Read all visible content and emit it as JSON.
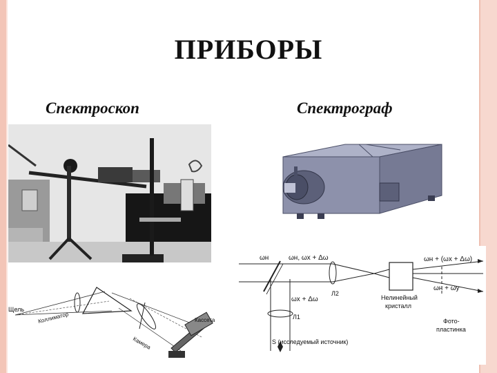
{
  "slide": {
    "title": "ПРИБОРЫ",
    "left_caption": "Спектроскоп",
    "right_caption": "Спектрограф"
  },
  "spectroscope_diagram": {
    "slit_label": "Щель",
    "collimator_label": "Коллиматор",
    "camera_label": "Камера",
    "cassette_label": "Кассета"
  },
  "optical_diagram": {
    "top_left_freq": "ωн",
    "top_mid_freqs": "ωн, ωx + Δω",
    "lower_mid_freq": "ωx + Δω",
    "lens1": "Л1",
    "lens2": "Л2",
    "source": "S (исследуемый источник)",
    "crystal_line1": "Нелинейный",
    "crystal_line2": "кристалл",
    "out_upper": "ωн + (ωx + Δω)",
    "out_lower": "ωн + ωy",
    "plate_line1": "Фото-",
    "plate_line2": "пластинка"
  },
  "colors": {
    "border_left": "#f3c5b7",
    "border_right": "#f7d8cf",
    "device_body": "#8a8fa8"
  }
}
